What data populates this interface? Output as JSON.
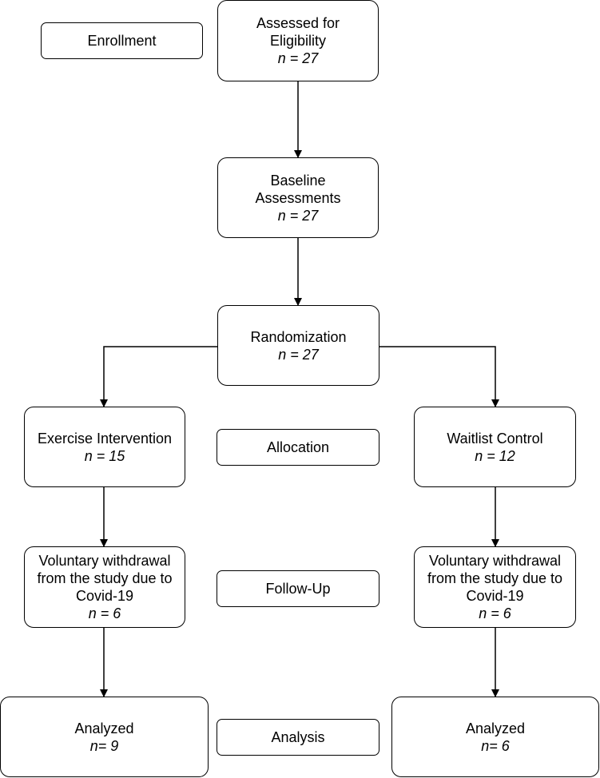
{
  "stages": {
    "enrollment": "Enrollment",
    "allocation": "Allocation",
    "follow_up": "Follow-Up",
    "analysis": "Analysis"
  },
  "assessed": {
    "line1": "Assessed for",
    "line2": "Eligibility",
    "n": "n = 27"
  },
  "baseline": {
    "line1": "Baseline",
    "line2": "Assessments",
    "n": "n = 27"
  },
  "randomization": {
    "title": "Randomization",
    "n": "n = 27"
  },
  "exercise": {
    "title": "Exercise Intervention",
    "n": "n = 15"
  },
  "waitlist": {
    "title": "Waitlist Control",
    "n": "n = 12"
  },
  "withdrawal_left": {
    "line1": "Voluntary withdrawal",
    "line2": "from the study due to",
    "line3": "Covid-19",
    "n": "n = 6"
  },
  "withdrawal_right": {
    "line1": "Voluntary withdrawal",
    "line2": "from the study due to",
    "line3": "Covid-19",
    "n": "n = 6"
  },
  "analyzed_left": {
    "title": "Analyzed",
    "n": "n= 9"
  },
  "analyzed_right": {
    "title": "Analyzed",
    "n": "n= 6"
  }
}
